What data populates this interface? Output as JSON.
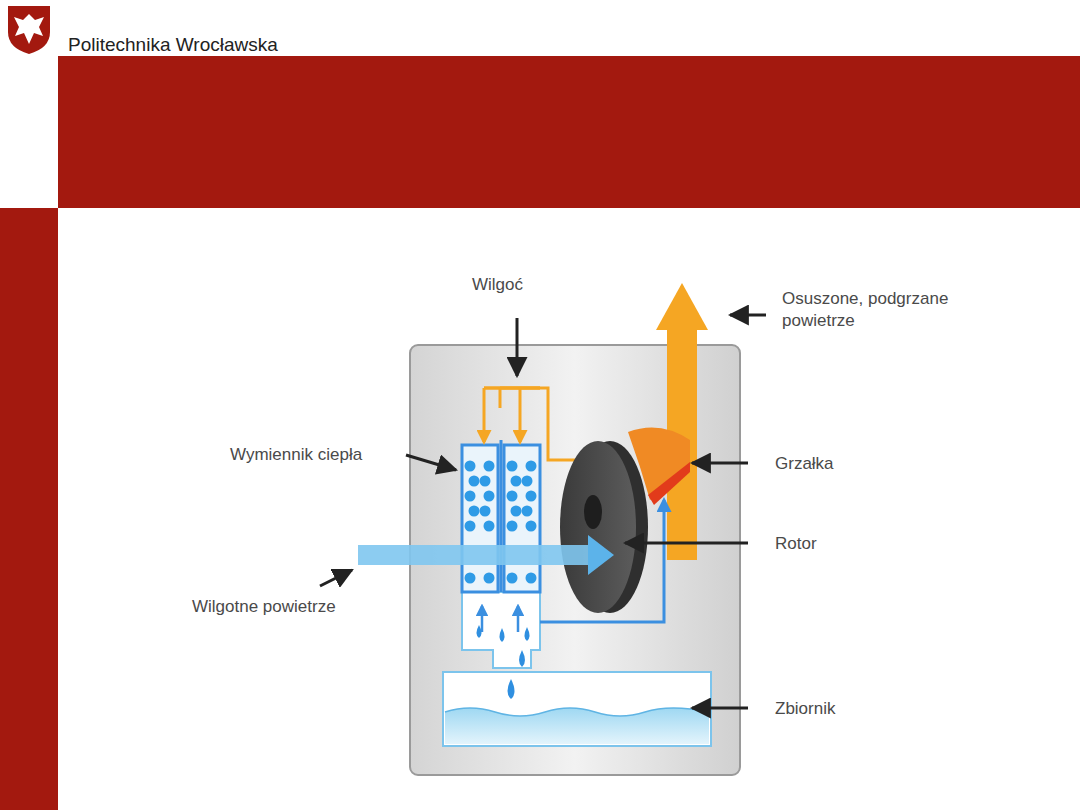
{
  "diagram": {
    "labels": [
      "Politechnika Wrocławska",
      "Wilgoć",
      "Osuszone, podgrzane powietrze",
      "Wymiennik ciepła",
      "Grzałka",
      "Rotor",
      "Wilgotne powietrze",
      "Zbiornik"
    ]
  }
}
